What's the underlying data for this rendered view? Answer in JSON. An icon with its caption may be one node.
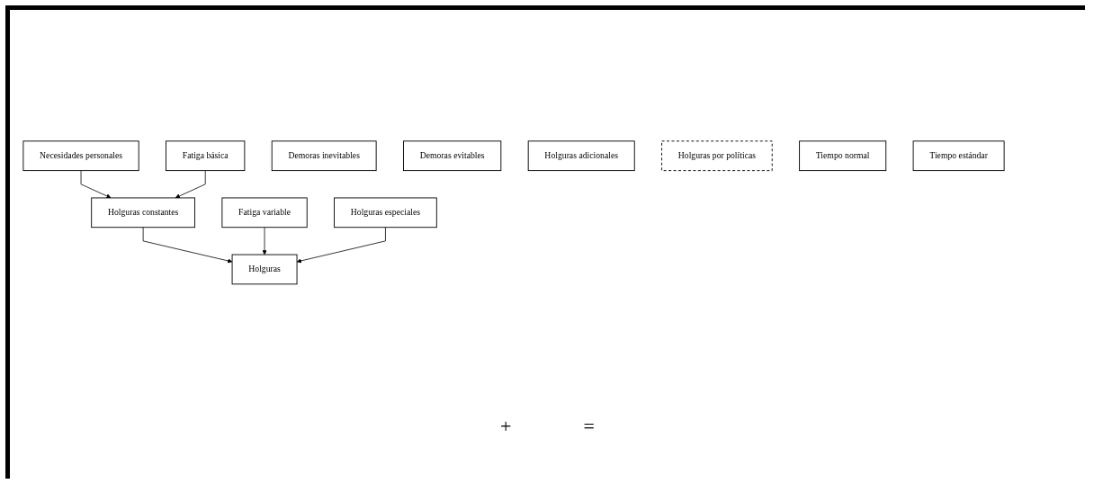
{
  "diagram": {
    "nodes": [
      {
        "text": [
          "Necesidades personales"
        ]
      },
      {
        "text": [
          "Fatiga básica"
        ]
      },
      {
        "text": [
          "Fatiga variable"
        ]
      },
      {
        "text": [
          "Demoras inevitables"
        ]
      },
      {
        "text": [
          "Demoras evitables"
        ]
      },
      {
        "text": [
          "Holguras adicionales"
        ]
      },
      {
        "text": [
          "Holguras por políticas"
        ]
      },
      {
        "text": [
          "Holguras constantes"
        ]
      },
      {
        "text": [
          "Holguras especiales"
        ]
      },
      {
        "text": [
          "Holguras"
        ]
      },
      {
        "text": [
          "Tiempo normal"
        ]
      },
      {
        "text": [
          "Tiempo estándar"
        ]
      }
    ],
    "edges": [
      {
        "from": 0,
        "to": 7,
        "arrow": "to"
      },
      {
        "from": 1,
        "to": 7,
        "arrow": "to"
      },
      {
        "from": 7,
        "to": 9,
        "arrow": "to"
      },
      {
        "from": 2,
        "to": 9,
        "arrow": "to"
      },
      {
        "from": 8,
        "to": 9,
        "arrow": "to"
      }
    ],
    "labels": [
      "+",
      "="
    ]
  }
}
